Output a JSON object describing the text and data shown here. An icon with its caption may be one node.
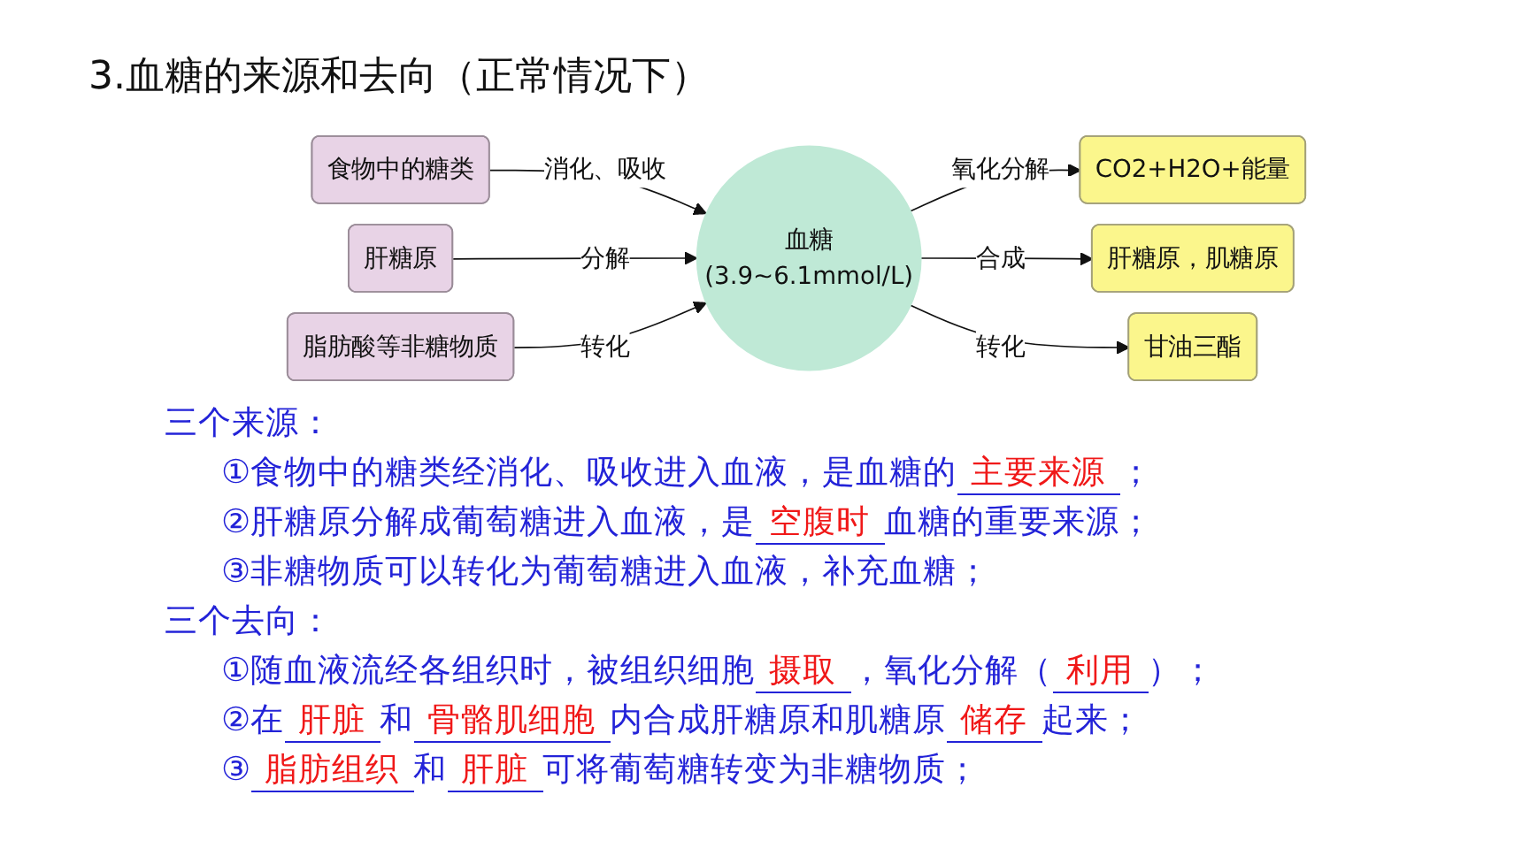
{
  "diagram": {
    "title": "3.血糖的来源和去向（正常情况下）",
    "nodes": [
      {
        "text": [
          "食物中的糖类"
        ]
      },
      {
        "text": [
          "肝糖原"
        ]
      },
      {
        "text": [
          "脂肪酸等非糖物质"
        ]
      },
      {
        "text": [
          "血糖",
          "(3.9~6.1mmol/L)"
        ]
      },
      {
        "text": [
          "CO2+H2O+能量"
        ]
      },
      {
        "text": [
          "肝糖原，肌糖原"
        ]
      },
      {
        "text": [
          "甘油三酯"
        ]
      }
    ],
    "edges": [
      {
        "from": 0,
        "to": 3,
        "arrow": "to",
        "label": "消化、吸收"
      },
      {
        "from": 1,
        "to": 3,
        "arrow": "to",
        "label": "分解"
      },
      {
        "from": 2,
        "to": 3,
        "arrow": "to",
        "label": "转化"
      },
      {
        "from": 3,
        "to": 4,
        "arrow": "to",
        "label": "氧化分解"
      },
      {
        "from": 3,
        "to": 5,
        "arrow": "to",
        "label": "合成"
      },
      {
        "from": 3,
        "to": 6,
        "arrow": "to",
        "label": "转化"
      }
    ],
    "labels": [
      "三个来源：",
      "①食物中的糖类经消化、吸收进入血液，是血糖的",
      "主要来源",
      "；",
      "②肝糖原分解成葡萄糖进入血液，是",
      "空腹时",
      "血糖的重要来源；",
      "③非糖物质可以转化为葡萄糖进入血液，补充血糖；",
      "三个去向：",
      "①随血液流经各组织时，被组织细胞",
      "摄取",
      "，氧化分解（",
      "利用",
      "）；",
      "②在",
      "肝脏",
      "和",
      "骨骼肌细胞",
      "内合成肝糖原和肌糖原",
      "储存",
      "起来；",
      "③",
      "脂肪组织",
      "和",
      "肝脏",
      "可将葡萄糖转变为非糖物质；"
    ]
  }
}
